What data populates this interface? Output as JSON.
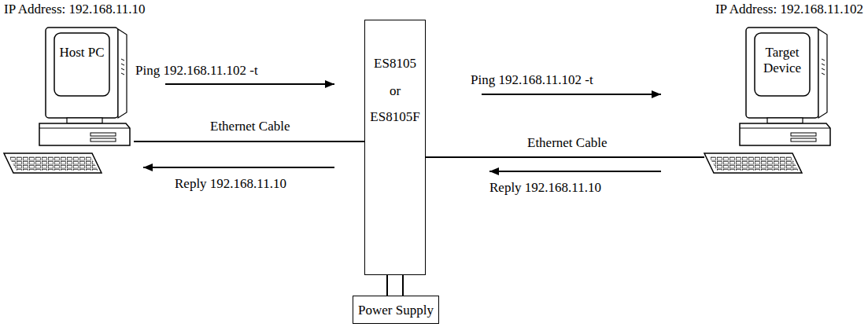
{
  "diagram": {
    "nodes": [
      {
        "text": [
          "Host PC"
        ]
      },
      {
        "text": [
          "ES8105",
          "or",
          "ES8105F"
        ]
      },
      {
        "text": [
          "Target Device"
        ]
      },
      {
        "text": [
          "Power Supply"
        ]
      }
    ],
    "edges": [
      {
        "from": 0,
        "to": 1,
        "arrow": "none",
        "label": "Ethernet Cable"
      },
      {
        "from": 1,
        "to": 2,
        "arrow": "none",
        "label": "Ethernet Cable"
      },
      {
        "from": 1,
        "to": 3,
        "arrow": "none"
      }
    ],
    "labels": [
      "IP Address: 192.168.11.10",
      "IP Address: 192.168.11.102",
      "Ping 192.168.11.102 -t",
      "Ping 192.168.11.102 -t",
      "Reply 192.168.11.10",
      "Reply 192.168.11.10"
    ]
  }
}
